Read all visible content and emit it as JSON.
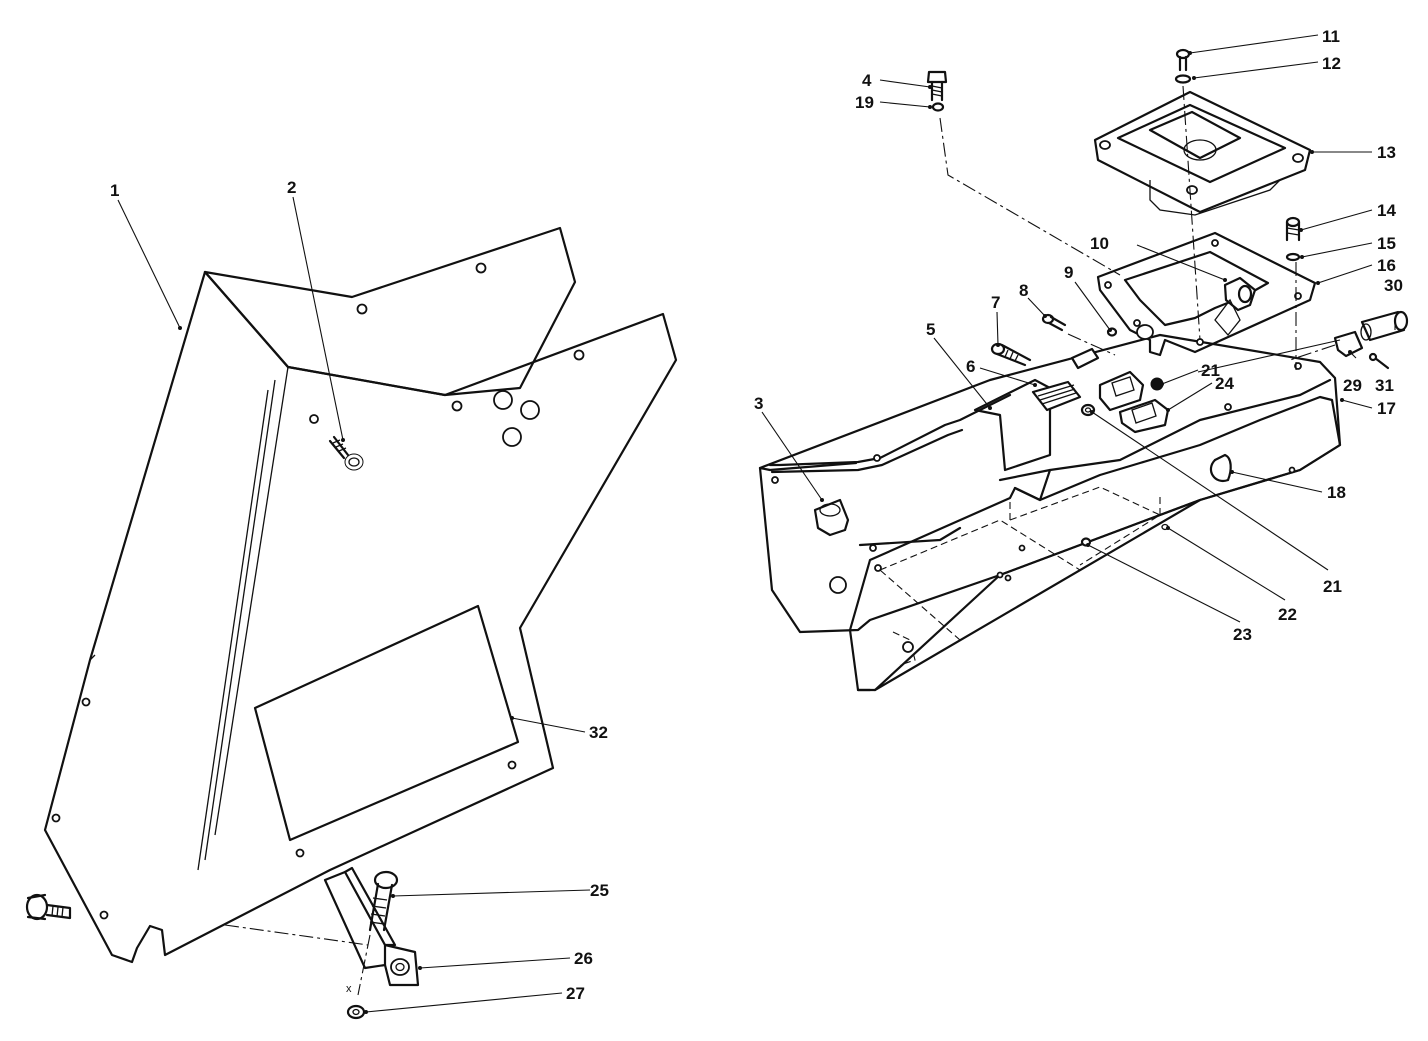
{
  "callouts": [
    {
      "id": "1",
      "text": "1"
    },
    {
      "id": "2",
      "text": "2"
    },
    {
      "id": "3",
      "text": "3"
    },
    {
      "id": "4",
      "text": "4"
    },
    {
      "id": "5",
      "text": "5"
    },
    {
      "id": "6",
      "text": "6"
    },
    {
      "id": "7",
      "text": "7"
    },
    {
      "id": "8",
      "text": "8"
    },
    {
      "id": "9",
      "text": "9"
    },
    {
      "id": "10",
      "text": "10"
    },
    {
      "id": "11",
      "text": "11"
    },
    {
      "id": "12",
      "text": "12"
    },
    {
      "id": "13",
      "text": "13"
    },
    {
      "id": "14",
      "text": "14"
    },
    {
      "id": "15",
      "text": "15"
    },
    {
      "id": "16",
      "text": "16"
    },
    {
      "id": "17",
      "text": "17"
    },
    {
      "id": "18",
      "text": "18"
    },
    {
      "id": "19",
      "text": "19"
    },
    {
      "id": "21a",
      "text": "21"
    },
    {
      "id": "21b",
      "text": "21"
    },
    {
      "id": "22",
      "text": "22"
    },
    {
      "id": "23",
      "text": "23"
    },
    {
      "id": "24",
      "text": "24"
    },
    {
      "id": "25",
      "text": "25"
    },
    {
      "id": "26",
      "text": "26"
    },
    {
      "id": "27",
      "text": "27"
    },
    {
      "id": "29",
      "text": "29"
    },
    {
      "id": "30",
      "text": "30"
    },
    {
      "id": "31",
      "text": "31"
    },
    {
      "id": "32",
      "text": "32"
    }
  ],
  "marks": {
    "x_mark": "x"
  }
}
